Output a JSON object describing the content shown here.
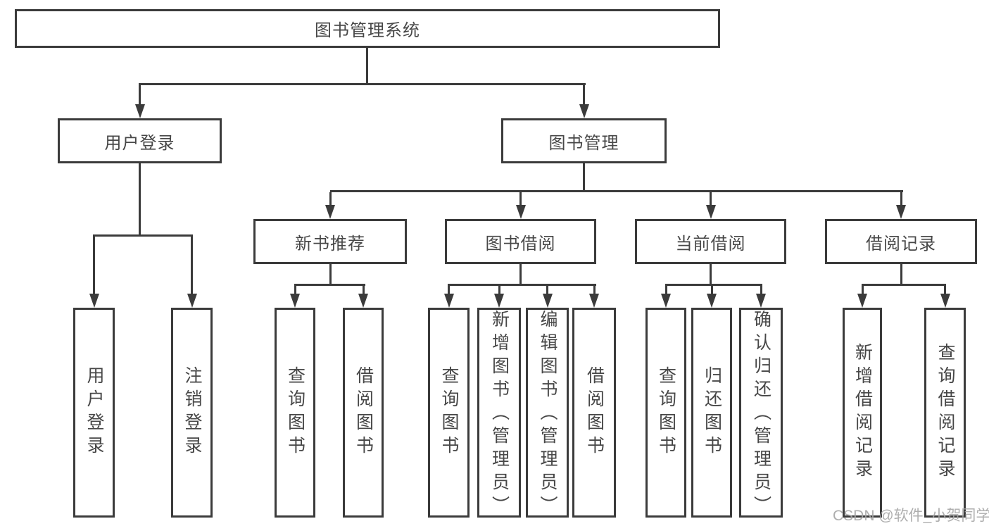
{
  "diagram": {
    "title": "图书管理系统",
    "level2": [
      {
        "label": "用户登录"
      },
      {
        "label": "图书管理"
      }
    ],
    "level3": [
      {
        "label": "新书推荐"
      },
      {
        "label": "图书借阅"
      },
      {
        "label": "当前借阅"
      },
      {
        "label": "借阅记录"
      }
    ],
    "leaves": [
      {
        "label": "用户登录"
      },
      {
        "label": "注销登录"
      },
      {
        "label": "查询图书"
      },
      {
        "label": "借阅图书"
      },
      {
        "label": "查询图书"
      },
      {
        "label": "新增图书（管理员）"
      },
      {
        "label": "编辑图书（管理员）"
      },
      {
        "label": "借阅图书"
      },
      {
        "label": "查询图书"
      },
      {
        "label": "归还图书"
      },
      {
        "label": "确认归还（管理员）"
      },
      {
        "label": "新增借阅记录"
      },
      {
        "label": "查询借阅记录"
      }
    ],
    "watermark": "CSDN @软件_小贺同学",
    "colors": {
      "line": "#3b3b3b",
      "text": "#474747",
      "background": "#ffffff",
      "watermark": "#a5a5a5"
    }
  }
}
